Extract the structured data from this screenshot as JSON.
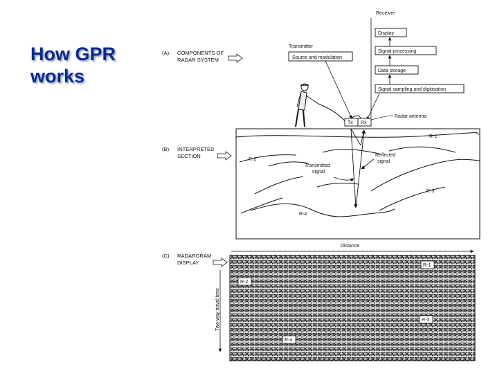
{
  "slide": {
    "title_lines": [
      "How GPR",
      "works"
    ]
  },
  "diagram": {
    "section_a": {
      "code": "(A)",
      "line1": "COMPONENTS OF",
      "line2": "RADAR SYSTEM"
    },
    "section_b": {
      "code": "(B)",
      "line1": "INTERPRETED",
      "line2": "SECTION"
    },
    "section_c": {
      "code": "(C)",
      "line1": "RADARGRAM",
      "line2": "DISPLAY"
    },
    "receiver": {
      "heading": "Receiver",
      "boxes": [
        "Display",
        "Signal processing",
        "Data storage",
        "Signal sampling and digitisation"
      ]
    },
    "transmitter": {
      "heading": "Transmitter",
      "box": "Source and modulation"
    },
    "antenna": {
      "tx": "Tx",
      "rx": "Rx",
      "label": "Radar antenna"
    },
    "signals": {
      "transmitted_line1": "Transmitted",
      "transmitted_line2": "signal",
      "reflected_line1": "Reflected",
      "reflected_line2": "signal"
    },
    "reflectors_b": [
      "R-1",
      "R-2",
      "R-3",
      "R-4"
    ],
    "radargram": {
      "distance_label": "Distance",
      "time_label": "Two-way travel time",
      "labels": [
        "R-1",
        "R-2",
        "R-3",
        "R-4"
      ]
    }
  }
}
